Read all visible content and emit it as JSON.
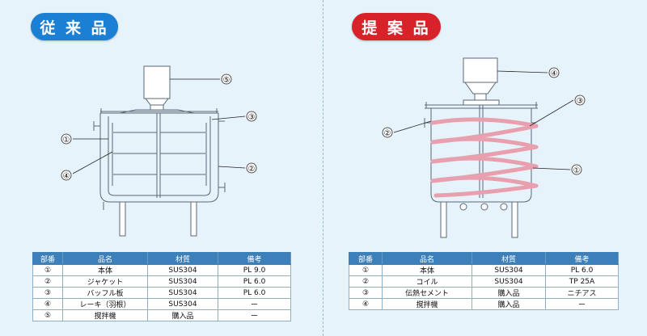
{
  "conventional": {
    "badge": "従 来 品",
    "callouts": [
      "⑤",
      "③",
      "①",
      "②",
      "④"
    ],
    "table": {
      "headers": [
        "部番",
        "品名",
        "材質",
        "備考"
      ],
      "rows": [
        [
          "①",
          "本体",
          "SUS304",
          "PL 9.0"
        ],
        [
          "②",
          "ジャケット",
          "SUS304",
          "PL 6.0"
        ],
        [
          "③",
          "バッフル板",
          "SUS304",
          "PL 6.0"
        ],
        [
          "④",
          "レーキ（羽根）",
          "SUS304",
          "ー"
        ],
        [
          "⑤",
          "撹拌機",
          "購入品",
          "ー"
        ]
      ]
    }
  },
  "proposed": {
    "badge": "提 案 品",
    "callouts": [
      "④",
      "③",
      "②",
      "①"
    ],
    "table": {
      "headers": [
        "部番",
        "品名",
        "材質",
        "備考"
      ],
      "rows": [
        [
          "①",
          "本体",
          "SUS304",
          "PL 6.0"
        ],
        [
          "②",
          "コイル",
          "SUS304",
          "TP 25A"
        ],
        [
          "③",
          "伝熱セメント",
          "購入品",
          "ニチアス"
        ],
        [
          "④",
          "撹拌機",
          "購入品",
          "ー"
        ]
      ]
    }
  },
  "colors": {
    "badge_blue": "#1b7fd4",
    "badge_red": "#d8222a",
    "header_blue": "#3d7fb8",
    "coil_pink": "#e8a0ae"
  }
}
